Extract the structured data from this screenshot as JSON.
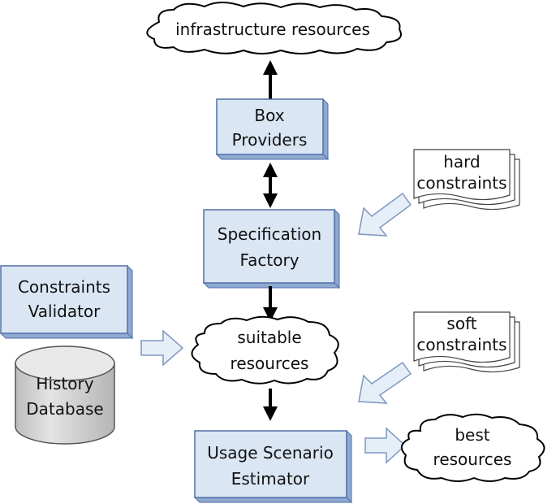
{
  "nodes": {
    "infrastructure_resources": {
      "line1": "infrastructure resources"
    },
    "box_providers": {
      "line1": "Box",
      "line2": "Providers"
    },
    "specification_factory": {
      "line1": "Specification",
      "line2": "Factory"
    },
    "constraints_validator": {
      "line1": "Constraints",
      "line2": "Validator"
    },
    "history_database": {
      "line1": "History",
      "line2": "Database"
    },
    "suitable_resources": {
      "line1": "suitable",
      "line2": "resources"
    },
    "usage_scenario_estimator": {
      "line1": "Usage Scenario",
      "line2": "Estimator"
    },
    "best_resources": {
      "line1": "best",
      "line2": "resources"
    },
    "hard_constraints": {
      "line1": "hard",
      "line2": "constraints"
    },
    "soft_constraints": {
      "line1": "soft",
      "line2": "constraints"
    }
  },
  "colors": {
    "box_fill": "#dbe6f4",
    "box_stroke": "#4f6fa8",
    "box_shadow": "#8fa9d0",
    "arrow_black": "#000000",
    "block_arrow_fill": "#e6eef8",
    "block_arrow_stroke": "#7f97bf",
    "cylinder_fill": "#d4d4d4",
    "cylinder_top": "#e6e6e6",
    "document_fill": "#ffffff"
  }
}
